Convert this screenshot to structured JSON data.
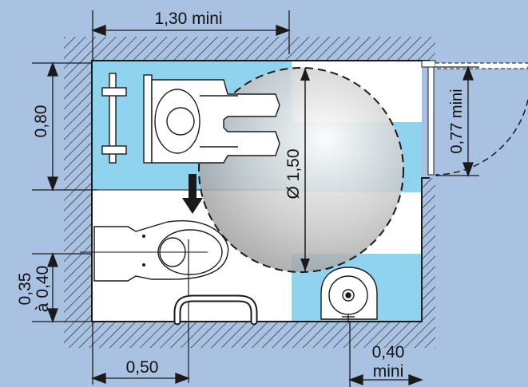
{
  "diagram": {
    "title": "",
    "dimensions": {
      "width_top": "1,30 mini",
      "height_left": "0,80",
      "turning_circle": "Ø 1,50",
      "door_width": "0,77 mini",
      "grab_bar_height_a": "0,35",
      "grab_bar_height_b": "à 0,40",
      "wc_axis": "0,50",
      "basin_clearance_a": "0,40",
      "basin_clearance_b": "mini"
    },
    "colors": {
      "background": "#a9c2e2",
      "floor": "#ffffff",
      "clear_zone": "#8fd3ef",
      "wall_line": "#1a1a1a",
      "circle_fill": "#bfbfbf",
      "arrow": "#1a1a1a"
    },
    "icons": [
      "wheelchair-user-icon",
      "toilet-icon",
      "washbasin-icon",
      "grab-bar-icon",
      "down-arrow-icon"
    ]
  }
}
